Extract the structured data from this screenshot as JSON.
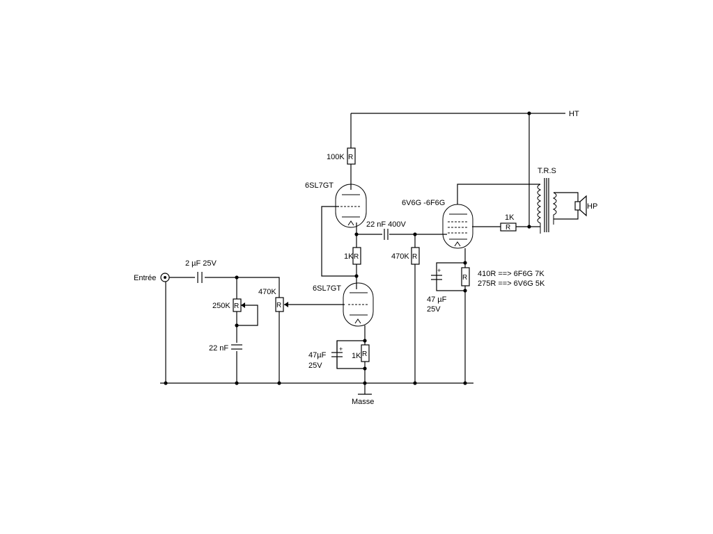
{
  "labels": {
    "ht": "HT",
    "trs": "T.R.S",
    "hp": "HP",
    "entree": "Entrée",
    "masse": "Masse",
    "c_in": "2 µF 25V",
    "pot_250k": "250K",
    "c_22nf": "22 nF",
    "pot_470k": "470K",
    "tube_upper": "6SL7GT",
    "tube_lower": "6SL7GT",
    "tube_power": "6V6G -6F6G",
    "r_100k": "100K",
    "r_1k_mid": "1K",
    "c_coupling": "22 nF 400V",
    "r_470k_grid": "470K",
    "r_1k_grid": "1K",
    "c_47uf_left_val": "47µF",
    "c_47uf_left_volt": "25V",
    "r_1k_cathode": "1K",
    "c_47uf_right_val": "47 µF",
    "c_47uf_right_volt": "25V",
    "note_line1": "410R ==> 6F6G  7K",
    "note_line2": "275R ==> 6V6G  5K",
    "r_symbol": "R"
  }
}
